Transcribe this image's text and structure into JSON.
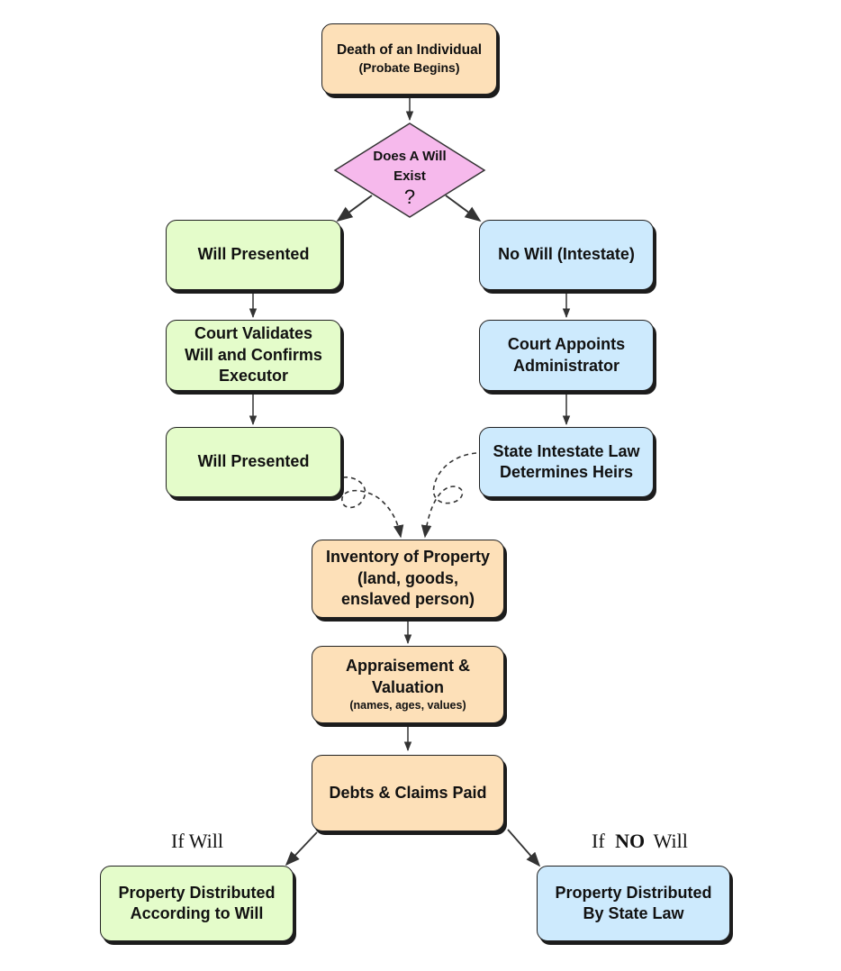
{
  "start": {
    "line1": "Death of an Individual",
    "line2": "(Probate Begins)"
  },
  "decision": {
    "line1": "Does A Will",
    "line2": "Exist",
    "symbol": "?"
  },
  "will_branch": {
    "step1": "Will Presented",
    "step2_line1": "Court Validates",
    "step2_line2": "Will and Confirms",
    "step2_line3": "Executor",
    "step3": "Will Presented"
  },
  "no_will_branch": {
    "step1": "No Will (Intestate)",
    "step2_line1": "Court Appoints",
    "step2_line2": "Administrator",
    "step3_line1": "State Intestate Law",
    "step3_line2": "Determines Heirs"
  },
  "inventory": {
    "line1": "Inventory of Property",
    "line2": "(land, goods,",
    "line3": "enslaved person)"
  },
  "appraisement": {
    "line1": "Appraisement &",
    "line2": "Valuation",
    "line3": "(names, ages, values)"
  },
  "debts": {
    "label": "Debts & Claims Paid"
  },
  "labels": {
    "if_will": "If Will",
    "if_no_will_prefix": "If",
    "if_no_will_emphasis": "NO",
    "if_no_will_suffix": "Will"
  },
  "outcomes": {
    "will_line1": "Property Distributed",
    "will_line2": "According to Will",
    "state_line1": "Property Distributed",
    "state_line2": "By State Law"
  },
  "colors": {
    "peach": "#fde0b8",
    "green": "#e4fcca",
    "blue": "#cdeafd",
    "pink": "#f6b9ec"
  }
}
